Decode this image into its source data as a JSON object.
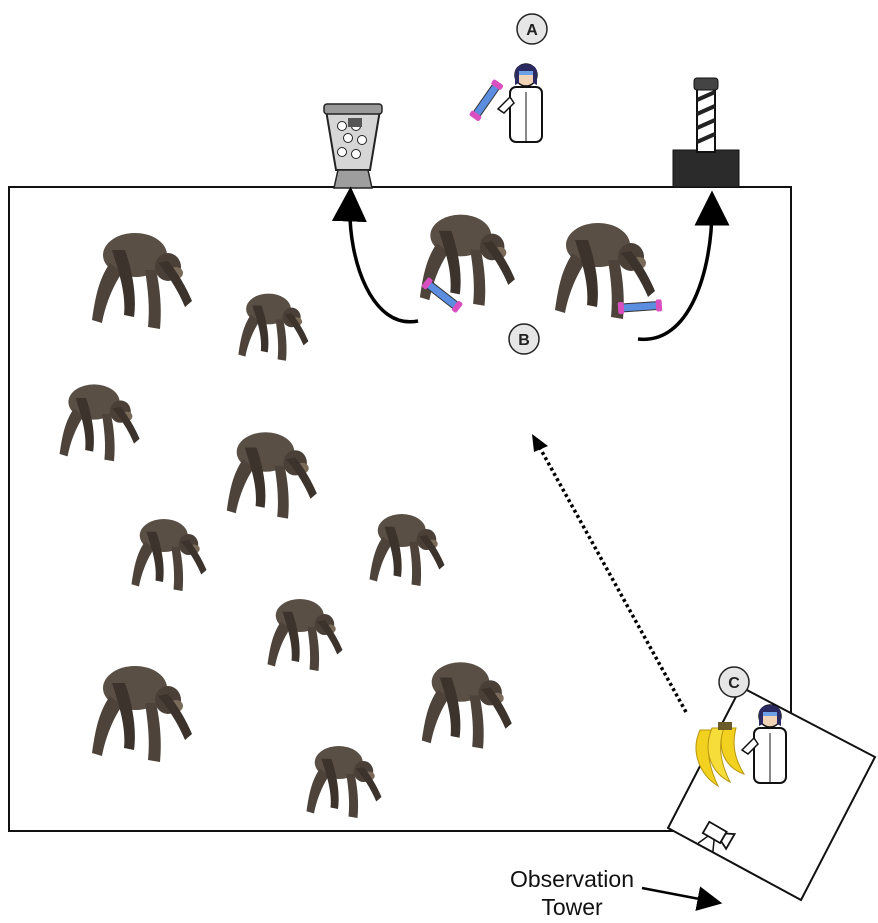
{
  "markers": {
    "a": "A",
    "b": "B",
    "c": "C"
  },
  "tower_label": {
    "line1": "Observation",
    "line2": "Tower"
  },
  "colors": {
    "chimp_body": "#5a4f45",
    "chimp_dark": "#3b332c",
    "chimp_face": "#7a6a5a",
    "tube": "#5b8de0",
    "tube_cap": "#d94fc0",
    "banana": "#f2d21e",
    "coat": "#ffffff",
    "hair": "#2a2a60",
    "marker_fill": "#e6e6e6",
    "dispenser": "#bdbdbd",
    "pedestal": "#2b2b2b"
  },
  "icons": {
    "token_dispenser": "food-dispenser-icon",
    "token_slot": "post-slot-icon",
    "camera": "video-camera-icon",
    "researcher": "scientist-icon",
    "chimpanzee": "chimpanzee-icon",
    "bananas": "bananas-icon"
  }
}
